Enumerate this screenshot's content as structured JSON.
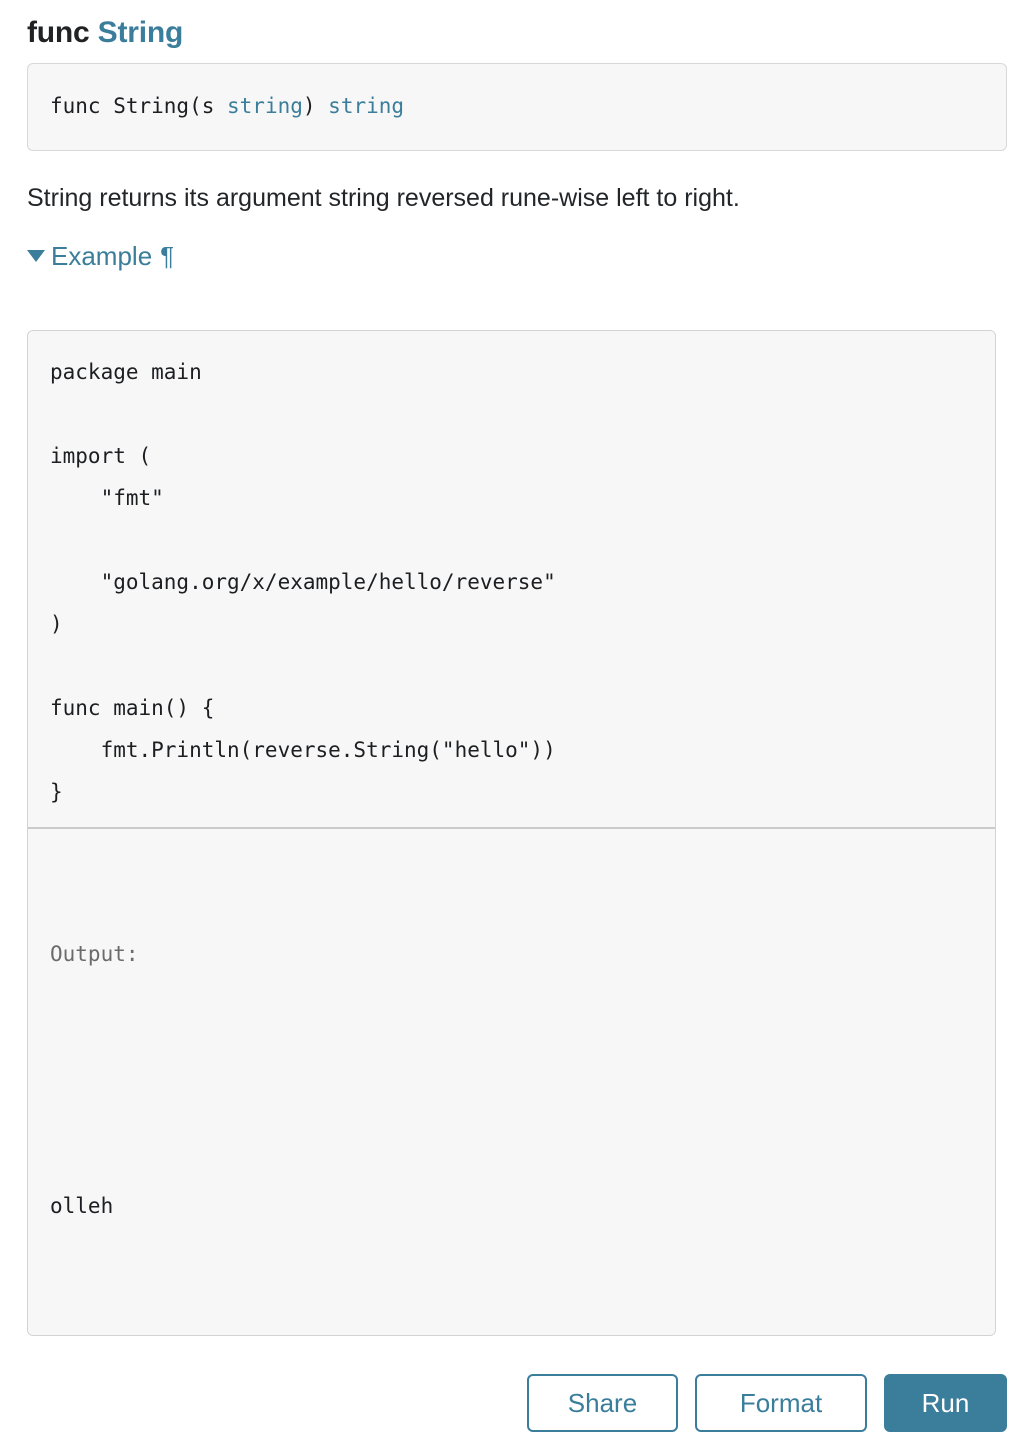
{
  "heading": {
    "keyword": "func",
    "name": "String"
  },
  "signature": {
    "prefix": "func String(s ",
    "param_type": "string",
    "middle": ") ",
    "return_type": "string"
  },
  "description": "String returns its argument string reversed rune-wise left to right.",
  "example": {
    "marker_icon": "triangle-down-icon",
    "label": "Example",
    "anchor_icon": "pilcrow-icon",
    "anchor_glyph": "¶"
  },
  "playground": {
    "code": "package main\n\nimport (\n    \"fmt\"\n\n    \"golang.org/x/example/hello/reverse\"\n)\n\nfunc main() {\n    fmt.Println(reverse.String(\"hello\"))\n}",
    "output_label": "Output:",
    "output_text": "olleh"
  },
  "buttons": {
    "share": "Share",
    "format": "Format",
    "run": "Run"
  },
  "colors": {
    "accent": "#3a7e9b",
    "text": "#232629",
    "muted": "#6b6b6b",
    "surface": "#f7f7f7",
    "border": "#d3d3d3"
  }
}
